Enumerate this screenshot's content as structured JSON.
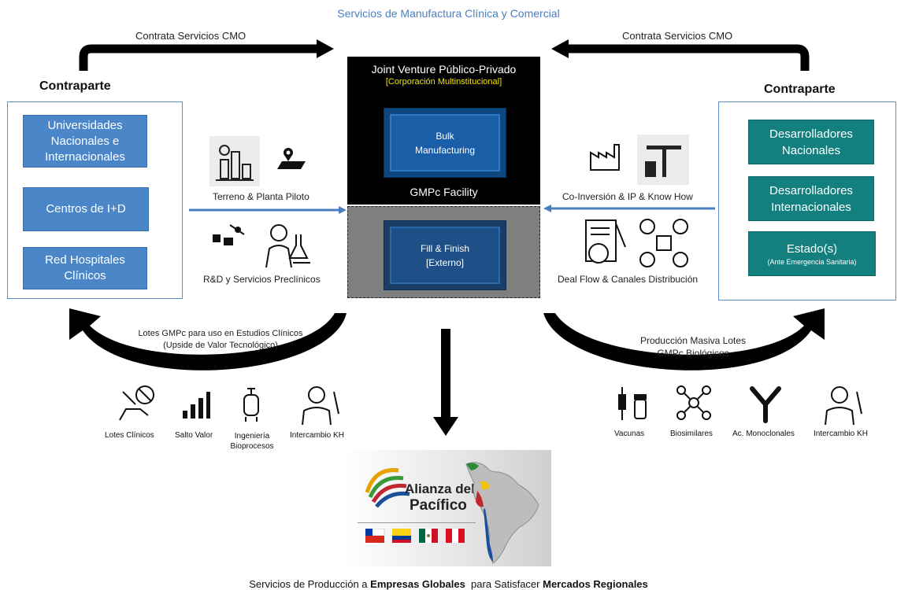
{
  "header": {
    "subtitle": "Servicios de Manufactura Clínica y Comercial"
  },
  "top_arrows": {
    "left_label": "Contrata Servicios CMO",
    "right_label": "Contrata Servicios CMO"
  },
  "left_counterpart": {
    "title": "Contraparte",
    "boxes": [
      "Universidades Nacionales e Internacionales",
      "Centros de I+D",
      "Red Hospitales Clínicos"
    ]
  },
  "right_counterpart": {
    "title": "Contraparte",
    "boxes": [
      {
        "label": "Desarrolladores Nacionales",
        "note": ""
      },
      {
        "label": "Desarrolladores Internacionales",
        "note": ""
      },
      {
        "label": "Estado(s)",
        "note": "(Ante Emergencia Sanitaria)"
      }
    ]
  },
  "center": {
    "title": "Joint Venture Público-Privado",
    "subtitle": "[Corporación Multinstitucional]",
    "bulk_line1": "Bulk",
    "bulk_line2": "Manufacturing",
    "facility": "GMPc Facility",
    "fill_line1": "Fill & Finish",
    "fill_line2": "[Externo]"
  },
  "left_links": {
    "terreno": "Terreno & Planta Piloto",
    "rd": "R&D y Servicios Preclínicos"
  },
  "right_links": {
    "coinversion": "Co-Inversión & IP & Know How",
    "deal": "Deal Flow & Canales Distribución"
  },
  "left_curve": {
    "line1": "Lotes GMPc para uso en Estudios Clínicos",
    "line2": "(Upside de Valor Tecnológico)"
  },
  "right_curve": {
    "line1": "Producción Masiva Lotes",
    "line2": "GMPc Biológicos"
  },
  "left_icons": [
    "Lotes Clínicos",
    "Salto Valor",
    "Ingeniería Bioprocesos",
    "Intercambio KH"
  ],
  "right_icons": [
    "Vacunas",
    "Biosimilares",
    "Ac. Monoclonales",
    "Intercambio KH"
  ],
  "map": {
    "brand_line1": "Alianza del",
    "brand_line2": "Pacífico"
  },
  "bottom_caption": {
    "part1": "Servicios de Producción a ",
    "bold1": "Empresas Globales",
    "part2": "  para Satisfacer ",
    "bold2": "Mercados Regionales"
  },
  "colors": {
    "blue_box": "#4a86c8",
    "teal_box": "#13807f",
    "jv_black": "#000000",
    "accent_yellow": "#f2e400"
  }
}
